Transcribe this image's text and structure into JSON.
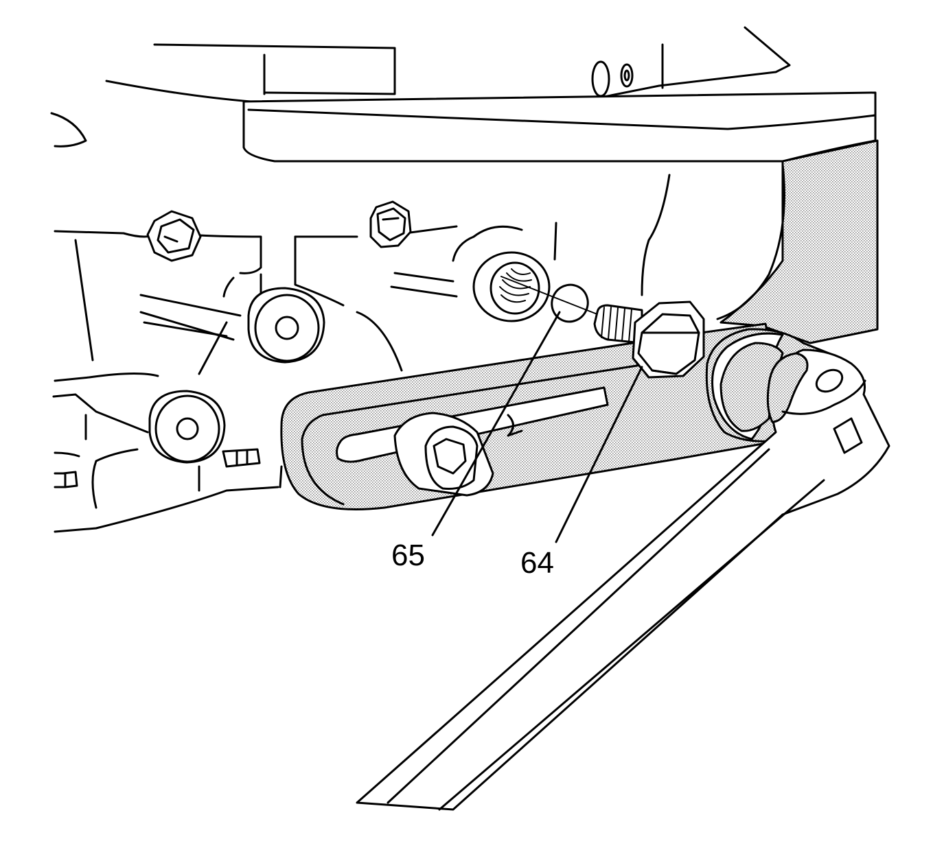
{
  "callouts": [
    {
      "id": "65",
      "label": "65"
    },
    {
      "id": "64",
      "label": "64"
    }
  ],
  "colors": {
    "line": "#000000",
    "background": "#ffffff",
    "stipple": "#8a8a8a"
  }
}
